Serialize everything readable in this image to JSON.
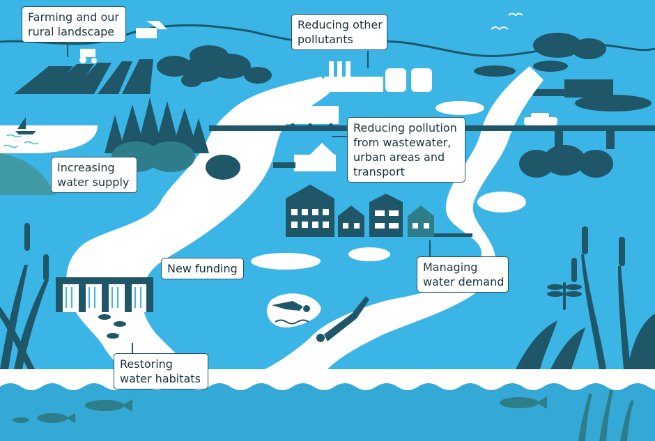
{
  "labels": {
    "farming": [
      "Farming and our",
      "rural landscape"
    ],
    "pollutants": [
      "Reducing other",
      "pollutants"
    ],
    "water_supply": [
      "Increasing",
      "water supply"
    ],
    "wastewater": [
      "Reducing pollution",
      "from wastewater,",
      "urban areas and",
      "transport"
    ],
    "funding": [
      "New funding"
    ],
    "demand": [
      "Managing",
      "water demand"
    ],
    "habitats": [
      "Restoring",
      "water habitats"
    ]
  },
  "colors": {
    "sky": "#3ab5e6",
    "dark_teal": "#1f5668",
    "mid_teal": "#2e7d8a",
    "light_teal": "#3f9aa6",
    "river": "#ffffff",
    "sea_deep": "#35a9d6",
    "label_border": "#1f4f63"
  }
}
